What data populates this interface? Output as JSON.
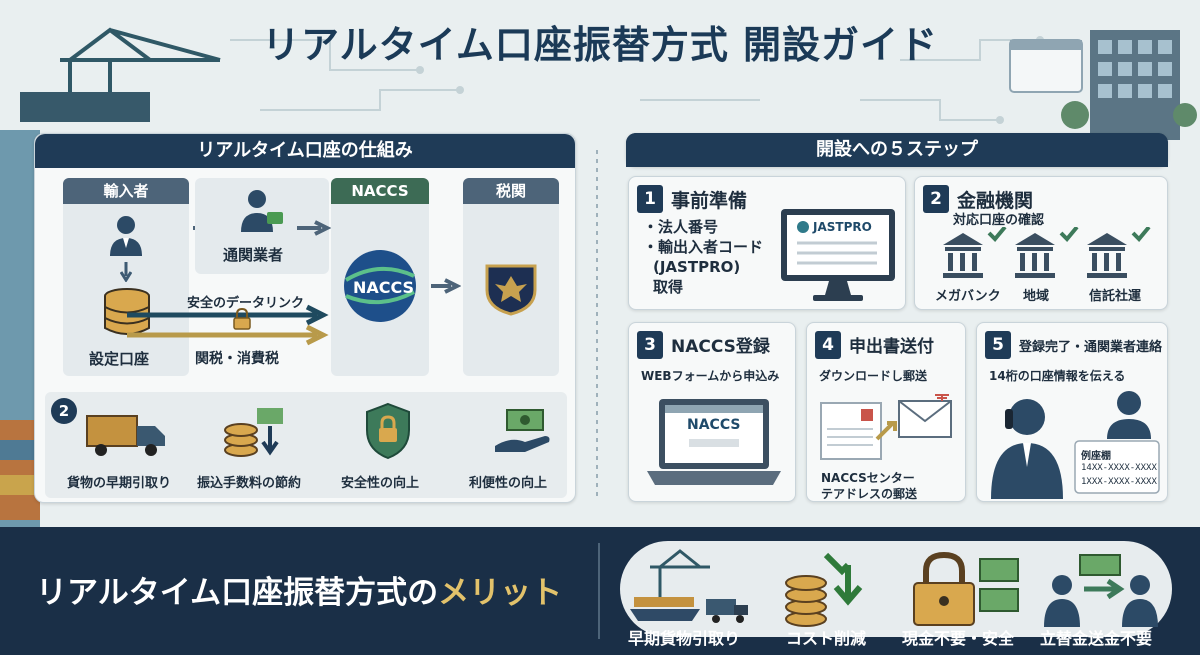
{
  "title": "リアルタイム口座振替方式 開設ガイド",
  "left_panel": {
    "heading": "リアルタイム口座の仕組み",
    "columns": {
      "importer": "輸入者",
      "naccs": "NACCS",
      "customs": "税関"
    },
    "broker": "通関業者",
    "account": "設定口座",
    "secure_link": "安全のデータリンク",
    "tax": "関税・消費税",
    "naccs_logo": "NACCS",
    "benefits_badge": "2",
    "benefits": [
      "貨物の早期引取り",
      "振込手数料の節約",
      "安全性の向上",
      "利便性の向上"
    ]
  },
  "right_panel": {
    "heading": "開設への５ステップ",
    "steps": [
      {
        "num": "1",
        "title": "事前準備",
        "bullets": [
          "・法人番号",
          "・輸出入者コード",
          "(JASTPRO)",
          "取得"
        ],
        "screen_logo": "JASTPRO"
      },
      {
        "num": "2",
        "title": "金融機関",
        "subtitle": "対応口座の確認",
        "banks": [
          "メガバンク",
          "地域",
          "信託社運"
        ]
      },
      {
        "num": "3",
        "title": "NACCS登録",
        "subtitle": "WEBフォームから申込み",
        "screen_logo": "NACCS"
      },
      {
        "num": "4",
        "title": "申出書送付",
        "subtitle": "ダウンロードし郵送",
        "note": [
          "NACCSセンター",
          "テアドレスの郵送"
        ]
      },
      {
        "num": "5",
        "title": "登録完了・通関業者連絡",
        "subtitle": "14桁の口座情報を伝える",
        "card": [
          "例座棚",
          "14XX-XXXX-XXXX",
          "1XXX-XXXX-XXXX"
        ]
      }
    ]
  },
  "footer": {
    "title_main": "リアルタイム口座振替方式の",
    "title_highlight": "メリット",
    "merits": [
      "早期貨物引取り",
      "コスト削減",
      "現金不要・安全",
      "立替金送金不要"
    ]
  },
  "colors": {
    "navy": "#1f3b57",
    "footer": "#1a2f47",
    "highlight": "#e2c26b",
    "check": "#3d7a5a",
    "gold_arrow": "#b89a4a"
  }
}
